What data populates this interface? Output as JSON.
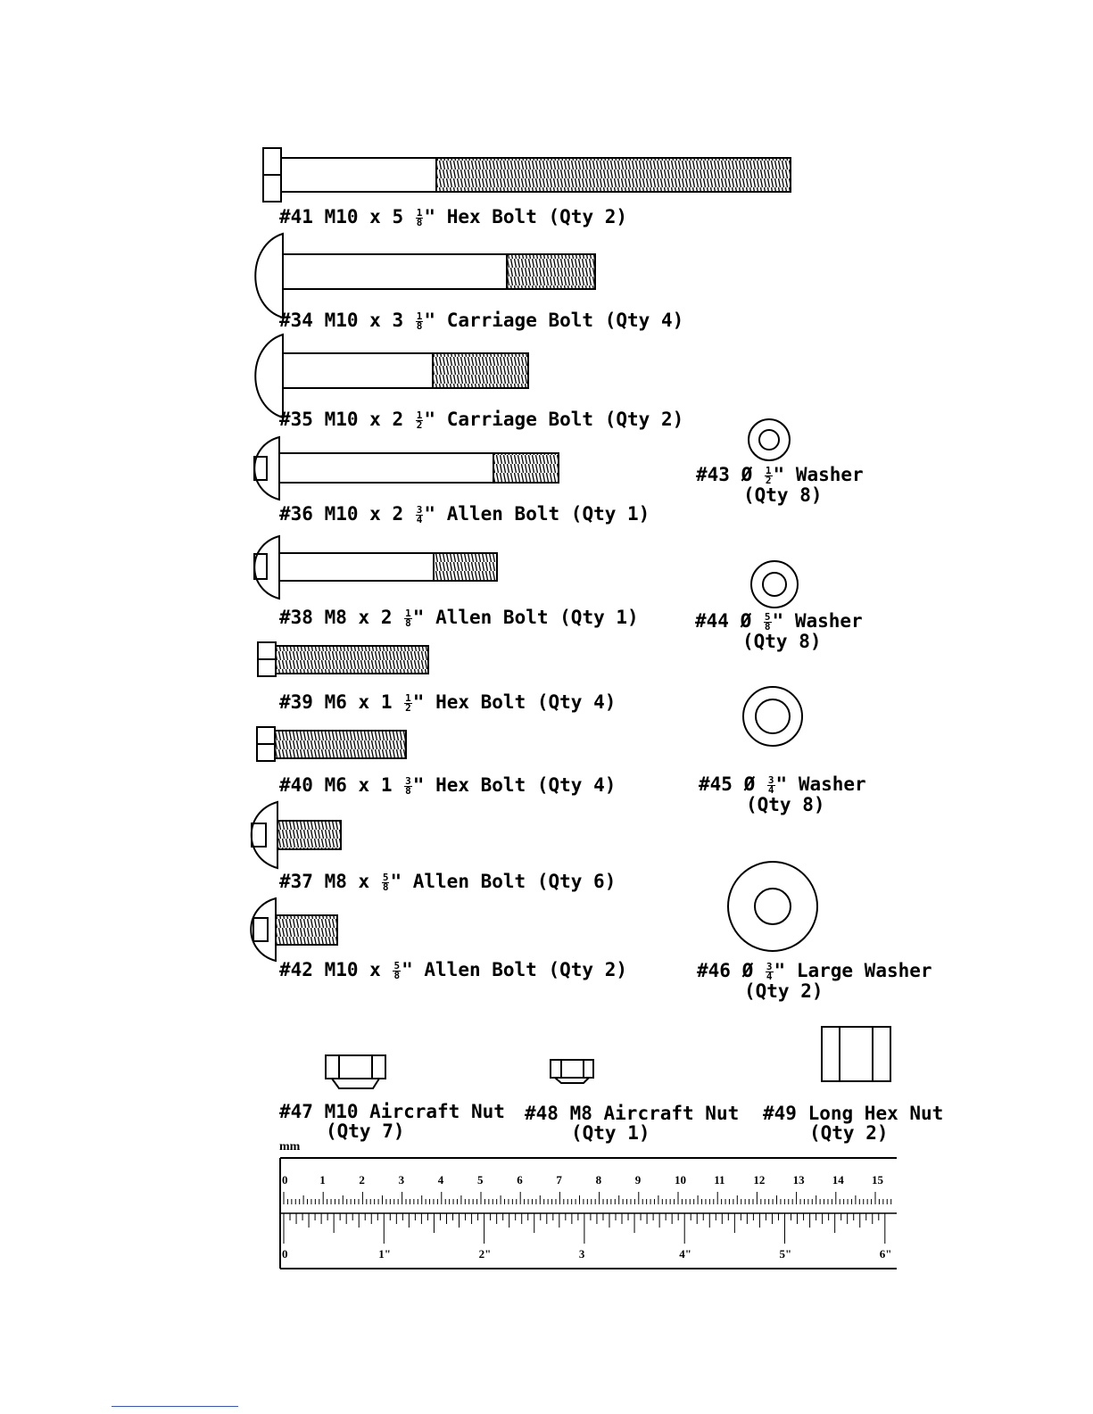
{
  "bolts": [
    {
      "id": "#41",
      "size": "M10",
      "whole": "5",
      "num": "1",
      "den": "8",
      "name": "Hex Bolt",
      "qty": "(Qty 2)"
    },
    {
      "id": "#34",
      "size": "M10",
      "whole": "3",
      "num": "1",
      "den": "8",
      "name": "Carriage Bolt",
      "qty": "(Qty 4)"
    },
    {
      "id": "#35",
      "size": "M10",
      "whole": "2",
      "num": "1",
      "den": "2",
      "name": "Carriage Bolt",
      "qty": "(Qty 2)"
    },
    {
      "id": "#36",
      "size": "M10",
      "whole": "2",
      "num": "3",
      "den": "4",
      "name": "Allen Bolt",
      "qty": "(Qty 1)"
    },
    {
      "id": "#38",
      "size": "M8",
      "whole": "2",
      "num": "1",
      "den": "8",
      "name": "Allen Bolt",
      "qty": "(Qty 1)"
    },
    {
      "id": "#39",
      "size": "M6",
      "whole": "1",
      "num": "1",
      "den": "2",
      "name": "Hex Bolt",
      "qty": "(Qty 4)"
    },
    {
      "id": "#40",
      "size": "M6",
      "whole": "1",
      "num": "3",
      "den": "8",
      "name": "Hex Bolt",
      "qty": "(Qty 4)"
    },
    {
      "id": "#37",
      "size": "M8",
      "whole": "",
      "num": "5",
      "den": "8",
      "name": "Allen Bolt",
      "qty": "(Qty 6)"
    },
    {
      "id": "#42",
      "size": "M10",
      "whole": "",
      "num": "5",
      "den": "8",
      "name": "Allen Bolt",
      "qty": "(Qty 2)"
    }
  ],
  "washers": [
    {
      "id": "#43",
      "symbol": "Ø",
      "num": "1",
      "den": "2",
      "name": "Washer",
      "qty": "(Qty 8)"
    },
    {
      "id": "#44",
      "symbol": "Ø",
      "num": "5",
      "den": "8",
      "name": "Washer",
      "qty": "(Qty 8)"
    },
    {
      "id": "#45",
      "symbol": "Ø",
      "num": "3",
      "den": "4",
      "name": "Washer",
      "qty": "(Qty 8)"
    },
    {
      "id": "#46",
      "symbol": "Ø",
      "num": "3",
      "den": "4",
      "name": "Large Washer",
      "qty": "(Qty 2)"
    }
  ],
  "nuts": [
    {
      "id": "#47",
      "name": "M10 Aircraft Nut",
      "qty": "(Qty 7)"
    },
    {
      "id": "#48",
      "name": "M8 Aircraft Nut",
      "qty": "(Qty 1)"
    },
    {
      "id": "#49",
      "name": "Long Hex Nut",
      "qty": "(Qty 2)"
    }
  ],
  "ruler": {
    "unit_label": "mm",
    "cm_labels": [
      "0",
      "1",
      "2",
      "3",
      "4",
      "5",
      "6",
      "7",
      "8",
      "9",
      "10",
      "11",
      "12",
      "13",
      "14",
      "15"
    ],
    "inch_labels": [
      "0",
      "1\"",
      "2\"",
      "3",
      "4\"",
      "5\"",
      "6\""
    ]
  }
}
